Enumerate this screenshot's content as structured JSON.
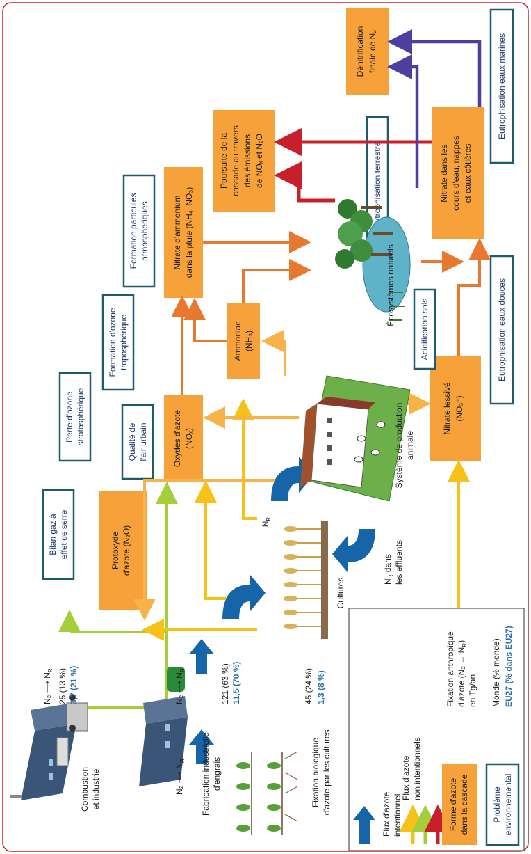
{
  "sources": {
    "combustion": {
      "label1": "Combustion",
      "label2": "et industrie",
      "formula_a": "N₂",
      "formula_b": "N",
      "formula_sub": "R",
      "world": "25 (13 %)",
      "eu": "3,7 (21 %)"
    },
    "engrais": {
      "label1": "Fabrication industrielle",
      "label2": "d'engrais",
      "formula_a": "N₂",
      "formula_b": "N",
      "formula_sub": "R",
      "world": "121 (63 %)",
      "eu": "11,5 (70 %)"
    },
    "fixation": {
      "label1": "Fixation biologique",
      "label2": "d'azote par les cultures",
      "formula_a": "N₂",
      "formula_b": "N",
      "formula_sub": "R",
      "world": "45 (24 %)",
      "eu": "1,3 (8 %)"
    }
  },
  "nodes": {
    "protoxyde": {
      "line1": "Protoxyde",
      "line2": "d'azote (N₂O)"
    },
    "oxydes": {
      "line1": "Oxydes d'azote",
      "line2": "(NOₓ)"
    },
    "ammoniac": {
      "line1": "Ammoniac",
      "line2": "(NH₃)"
    },
    "nitrate_ammonium": {
      "line1": "Nitrate d'ammonium",
      "line2": "dans la pluie (NH₄, NO₃)"
    },
    "poursuite": {
      "line1": "Poursuite de la",
      "line2": "cascade au travers",
      "line3": "des émissions",
      "line4": "de NOₓ et N₂O"
    },
    "denitrification": {
      "line1": "Dénitrification",
      "line2": "finale de N₂"
    },
    "nitrate_cours": {
      "line1": "Nitrate dans les",
      "line2": "cours d'eau, nappes",
      "line3": "et eaux côtières"
    },
    "nitrate_lessive": {
      "line1": "Nitrate lessivé",
      "line2": "(NO₃⁻)"
    }
  },
  "problems": {
    "ges": {
      "line1": "Bilan gaz à",
      "line2": "effet de serre"
    },
    "air": {
      "line1": "Qualité de",
      "line2": "l'air urbain"
    },
    "ozone_strat": {
      "line1": "Perte d'ozone",
      "line2": "stratosphérique"
    },
    "ozone_tropo": {
      "line1": "Formation d'ozone",
      "line2": "troposphérique"
    },
    "particules": {
      "line1": "Formation particules",
      "line2": "atmosphériques"
    },
    "eutro_terre": {
      "line1": "Eutrophisation terrestre"
    },
    "eutro_marines": {
      "line1": "Eutrophisation eaux marines"
    },
    "acidification": {
      "line1": "Acidification sols"
    },
    "eutro_douces": {
      "line1": "Eutrophisation eaux douces"
    }
  },
  "labels": {
    "cultures": "Cultures",
    "systeme1": "Système de production",
    "systeme2": "animale",
    "ecosystemes": "Écosystèmes naturels",
    "nr": "N",
    "nr_sub": "R",
    "effluents1": "dans",
    "effluents2": "les effluents"
  },
  "legend": {
    "intentionnel1": "Flux d'azote",
    "intentionnel2": "intentionnel",
    "non_intentionnel1": "Flux d'azote",
    "non_intentionnel2": "non intentionnels",
    "forme1": "Forme d'azote",
    "forme2": "dans la cascade",
    "probleme1": "Problème",
    "probleme2": "environnemental",
    "fixation1": "Fixation anthropique",
    "fixation2": "d'azote (N₂ → N",
    "fixation2_sub": "R",
    "fixation2_end": ")",
    "fixation3": "en Tg/an",
    "monde": "Monde (% monde)",
    "eu27": "EU27 (% dans EU27)"
  },
  "colors": {
    "orange_box": "#f7a13a",
    "problem_border": "#1f5a6e",
    "blue": "#1565a8",
    "yellow": "#f6c21a",
    "green": "#a5cf3a",
    "orange_arrow": "#e8782e",
    "red": "#c8202a",
    "purple": "#4d3fa0",
    "light_orange": "#f7b24a"
  }
}
